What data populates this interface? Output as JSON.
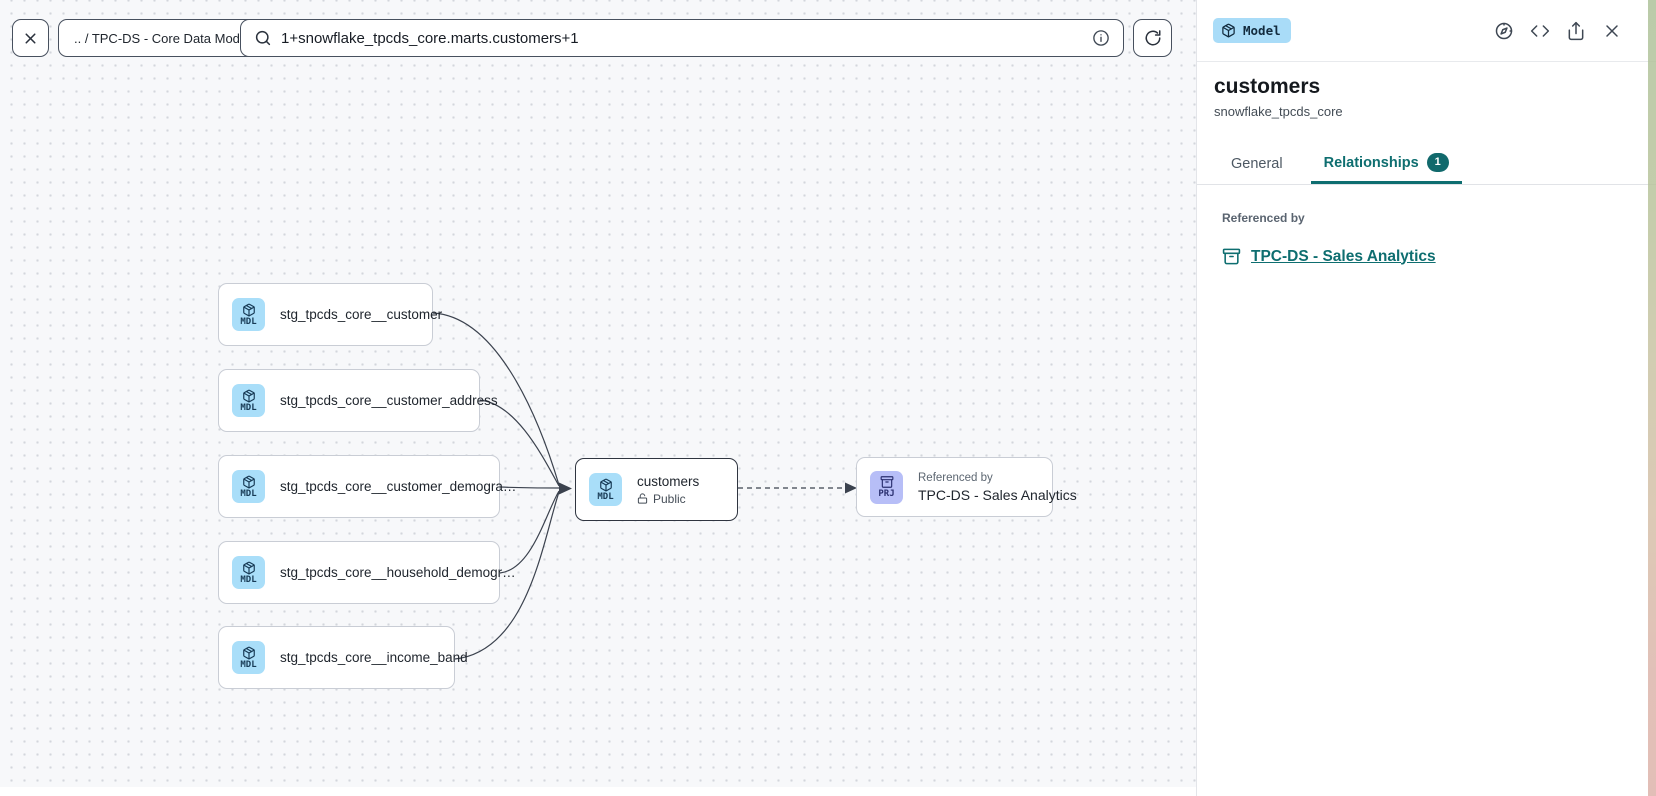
{
  "toolbar": {
    "breadcrumb": ".. / TPC-DS - Core Data Models",
    "search_value": "1+snowflake_tpcds_core.marts.customers+1",
    "icons": [
      "close-icon",
      "search-icon",
      "info-icon",
      "refresh-icon"
    ]
  },
  "graph": {
    "sources": [
      {
        "badge": "MDL",
        "label": "stg_tpcds_core__customer"
      },
      {
        "badge": "MDL",
        "label": "stg_tpcds_core__customer_address"
      },
      {
        "badge": "MDL",
        "label": "stg_tpcds_core__customer_demogra…"
      },
      {
        "badge": "MDL",
        "label": "stg_tpcds_core__household_demogr…"
      },
      {
        "badge": "MDL",
        "label": "stg_tpcds_core__income_band"
      }
    ],
    "selected": {
      "badge": "MDL",
      "label": "customers",
      "visibility": "Public"
    },
    "referenced": {
      "badge": "PRJ",
      "kicker": "Referenced by",
      "label": "TPC-DS - Sales Analytics"
    }
  },
  "panel": {
    "type_badge": "Model",
    "header_icons": [
      "compass-icon",
      "code-icon",
      "share-icon",
      "close-icon"
    ],
    "title": "customers",
    "subtitle": "snowflake_tpcds_core",
    "tabs": [
      {
        "label": "General",
        "active": false
      },
      {
        "label": "Relationships",
        "count": "1",
        "active": true
      }
    ],
    "section_title": "Referenced by",
    "link_label": "TPC-DS - Sales Analytics"
  },
  "colors": {
    "accent_teal": "#0e6e70",
    "model_badge_blue": "#a9dcf8",
    "mdl_chip_blue": "#a9def9",
    "prj_chip_purple": "#b7bef7",
    "canvas_bg": "#f7f8fa",
    "node_border": "#c9cdd5",
    "selected_border": "#2f3540",
    "edge_stroke": "#3b424e"
  }
}
